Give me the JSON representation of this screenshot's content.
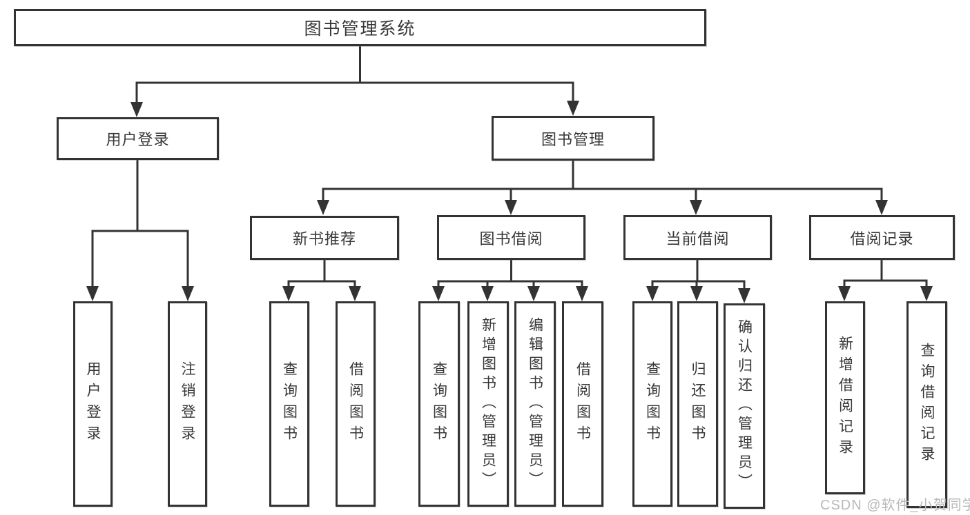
{
  "diagram_type": "hierarchy-tree",
  "colors": {
    "line": "#333333",
    "box_border": "#333333",
    "box_fill": "#ffffff",
    "text": "#373737",
    "watermark": "#b9b9b9",
    "background": "#ffffff"
  },
  "tree": {
    "label": "图书管理系统",
    "children": [
      {
        "label": "用户登录",
        "children": [
          {
            "label": "用户登录"
          },
          {
            "label": "注销登录"
          }
        ]
      },
      {
        "label": "图书管理",
        "children": [
          {
            "label": "新书推荐",
            "children": [
              {
                "label": "查询图书"
              },
              {
                "label": "借阅图书"
              }
            ]
          },
          {
            "label": "图书借阅",
            "children": [
              {
                "label": "查询图书"
              },
              {
                "label": "新增图书（管理员）"
              },
              {
                "label": "编辑图书（管理员）"
              },
              {
                "label": "借阅图书"
              }
            ]
          },
          {
            "label": "当前借阅",
            "children": [
              {
                "label": "查询图书"
              },
              {
                "label": "归还图书"
              },
              {
                "label": "确认归还（管理员）"
              }
            ]
          },
          {
            "label": "借阅记录",
            "children": [
              {
                "label": "新增借阅记录"
              },
              {
                "label": "查询借阅记录"
              }
            ]
          }
        ]
      }
    ]
  },
  "watermark": {
    "text": "CSDN @软件_小贺同学"
  }
}
